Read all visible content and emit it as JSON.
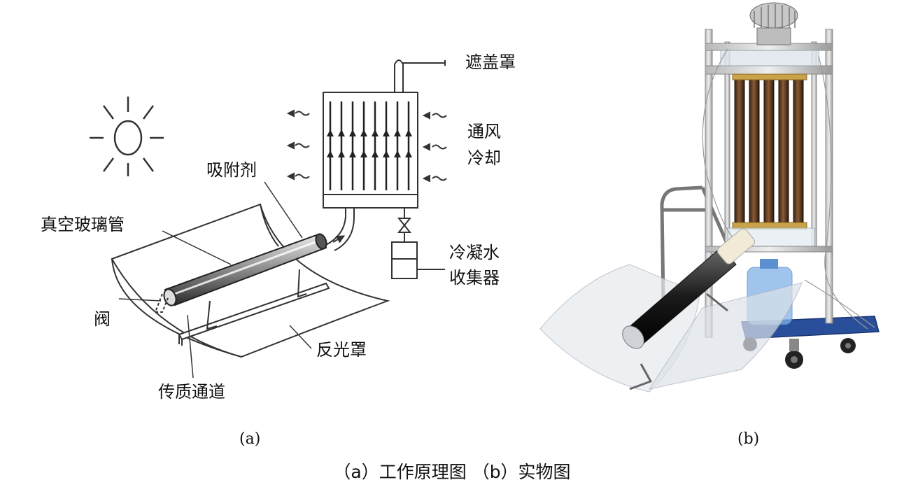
{
  "labels": {
    "cover": "遮盖罩",
    "ventilation": "通风",
    "cooling": "冷却",
    "adsorbent": "吸附剂",
    "vacuum_tube": "真空玻璃管",
    "condensate": "冷凝水",
    "collector": "收集器",
    "valve": "阀",
    "reflector": "反光罩",
    "channel": "传质通道"
  },
  "panels": {
    "a": "(a)",
    "b": "(b)"
  },
  "caption": "（a）工作原理图 （b）实物图",
  "icons": {
    "sun": "sun-icon",
    "airflow": "wind-arrow-icon"
  }
}
